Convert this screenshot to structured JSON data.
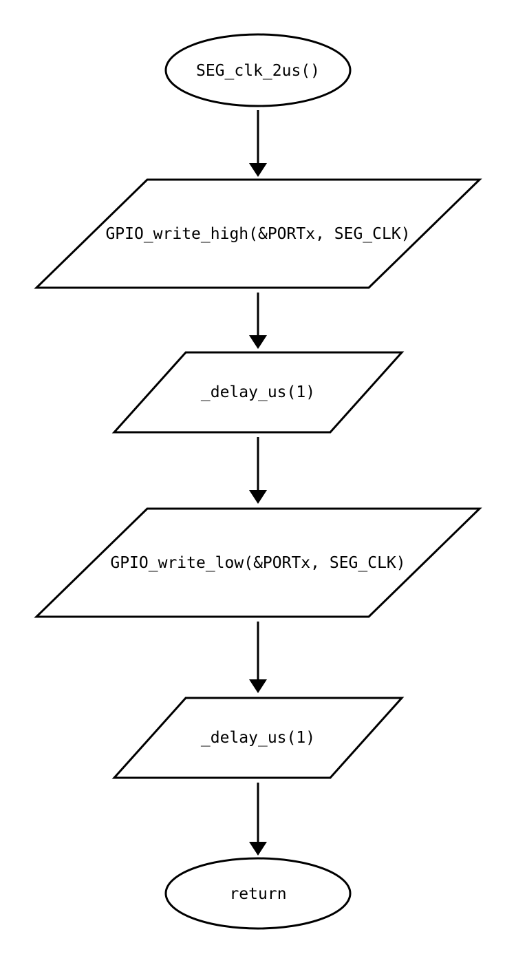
{
  "flowchart": {
    "start": {
      "label": "SEG_clk_2us()"
    },
    "steps": [
      {
        "label": "GPIO_write_high(&PORTx, SEG_CLK)"
      },
      {
        "label": "_delay_us(1)"
      },
      {
        "label": "GPIO_write_low(&PORTx, SEG_CLK)"
      },
      {
        "label": "_delay_us(1)"
      }
    ],
    "end": {
      "label": "return"
    },
    "colors": {
      "stroke": "#000000",
      "fill": "#ffffff"
    }
  }
}
